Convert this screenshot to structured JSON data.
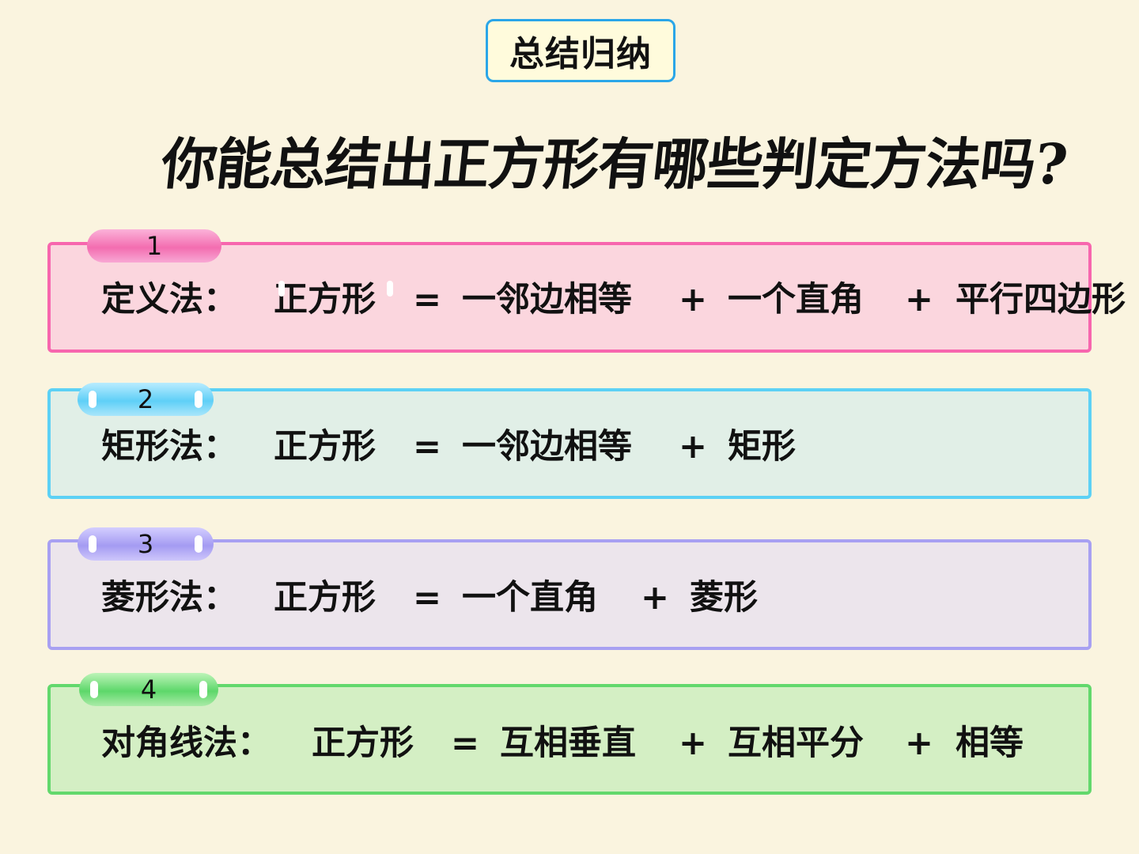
{
  "header": {
    "badge": "总结归纳",
    "question": "你能总结出正方形有哪些判定方法吗?"
  },
  "methods": [
    {
      "number": "1",
      "name": "定义法：",
      "subject": "正方形",
      "equals": "=",
      "terms": [
        "一邻边相等",
        "一个直角",
        "平行四边形"
      ],
      "plus": "+"
    },
    {
      "number": "2",
      "name": "矩形法：",
      "subject": "正方形",
      "equals": "=",
      "terms": [
        "一邻边相等",
        "矩形"
      ],
      "plus": "+"
    },
    {
      "number": "3",
      "name": "菱形法：",
      "subject": "正方形",
      "equals": "=",
      "terms": [
        "一个直角",
        "菱形"
      ],
      "plus": "+"
    },
    {
      "number": "4",
      "name": "对角线法：",
      "subject": "正方形",
      "equals": "=",
      "terms": [
        "互相垂直",
        "互相平分",
        "相等"
      ],
      "plus": "+"
    }
  ],
  "colors": {
    "background": "#faf4df",
    "card1_border": "#f766ae",
    "card2_border": "#5cd1f5",
    "card3_border": "#a8a0f2",
    "card4_border": "#62d86c"
  }
}
